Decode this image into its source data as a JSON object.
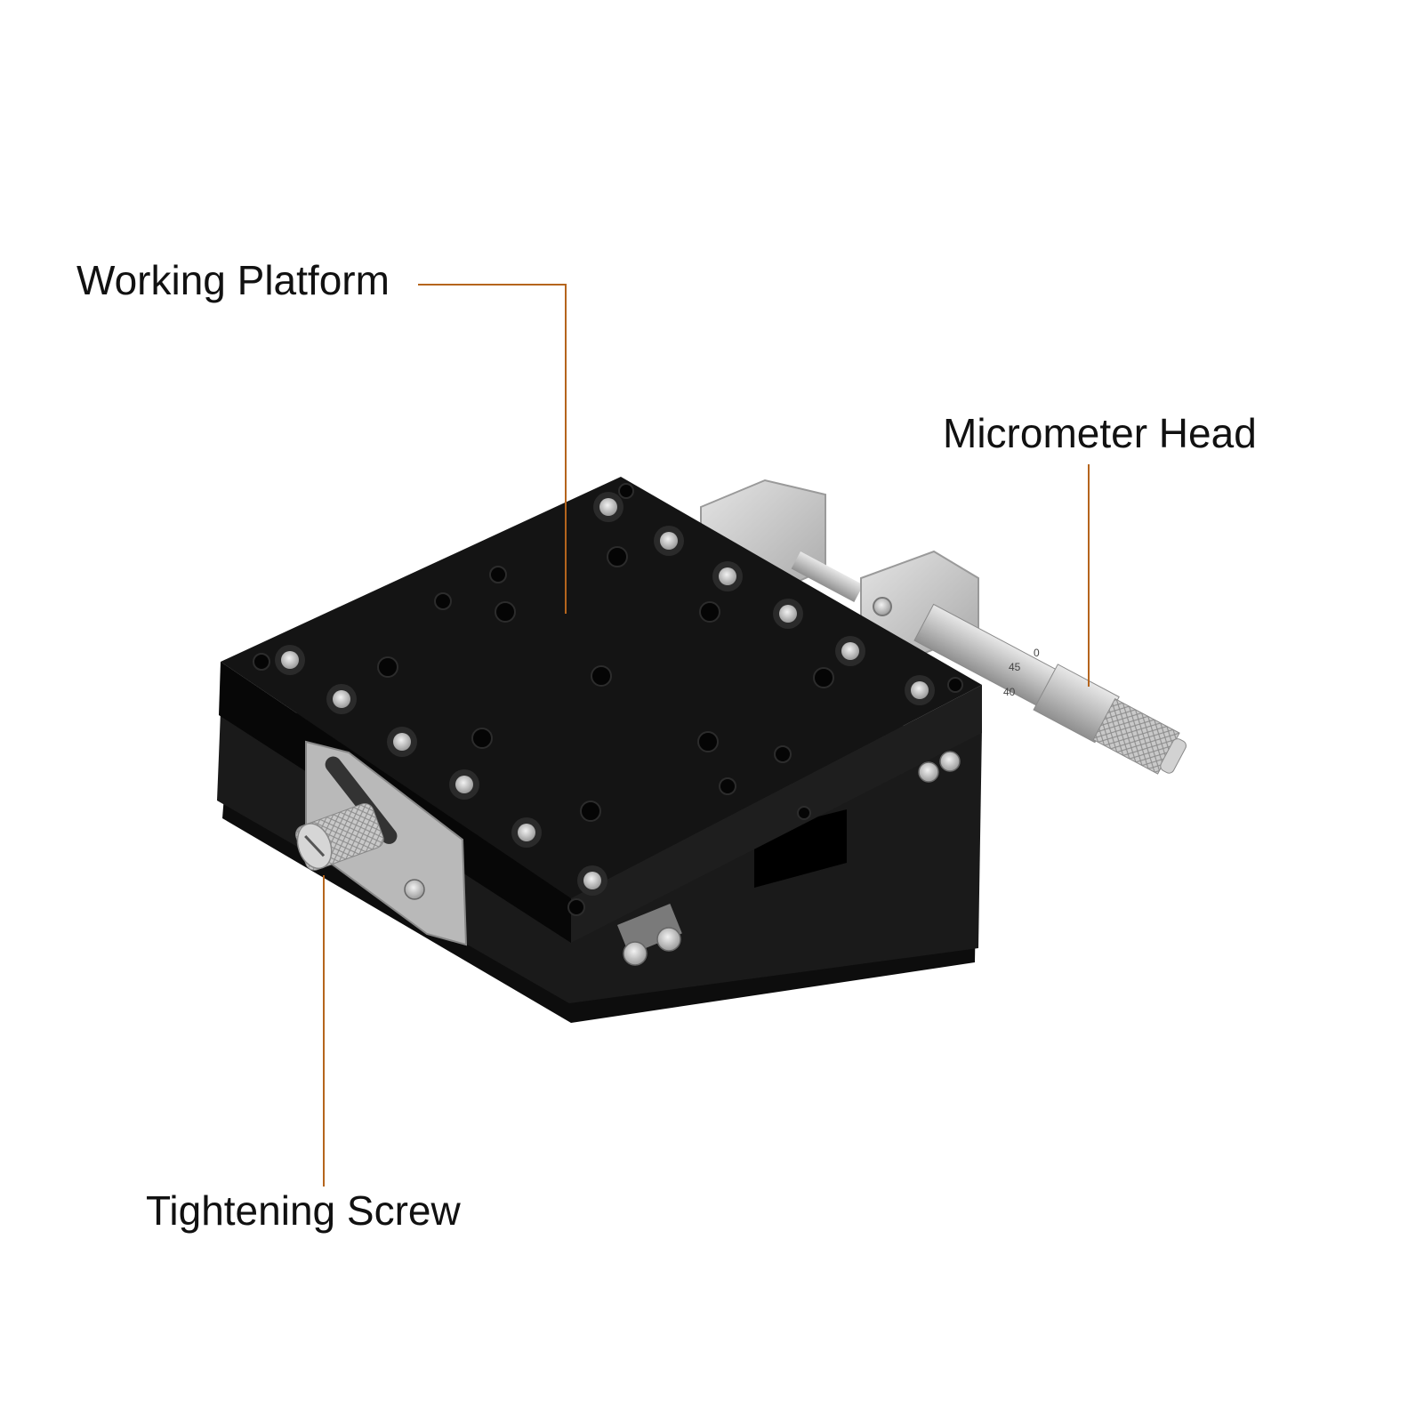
{
  "callouts": {
    "working_platform": "Working Platform",
    "micrometer_head": "Micrometer Head",
    "tightening_screw": "Tightening Screw"
  },
  "micrometer_scale": {
    "mark_0": "0",
    "mark_45": "45",
    "mark_40": "40"
  },
  "colors": {
    "leader_line": "#b5651d",
    "platform_body": "#111111",
    "steel": "#c8c8c8",
    "background": "#ffffff"
  }
}
